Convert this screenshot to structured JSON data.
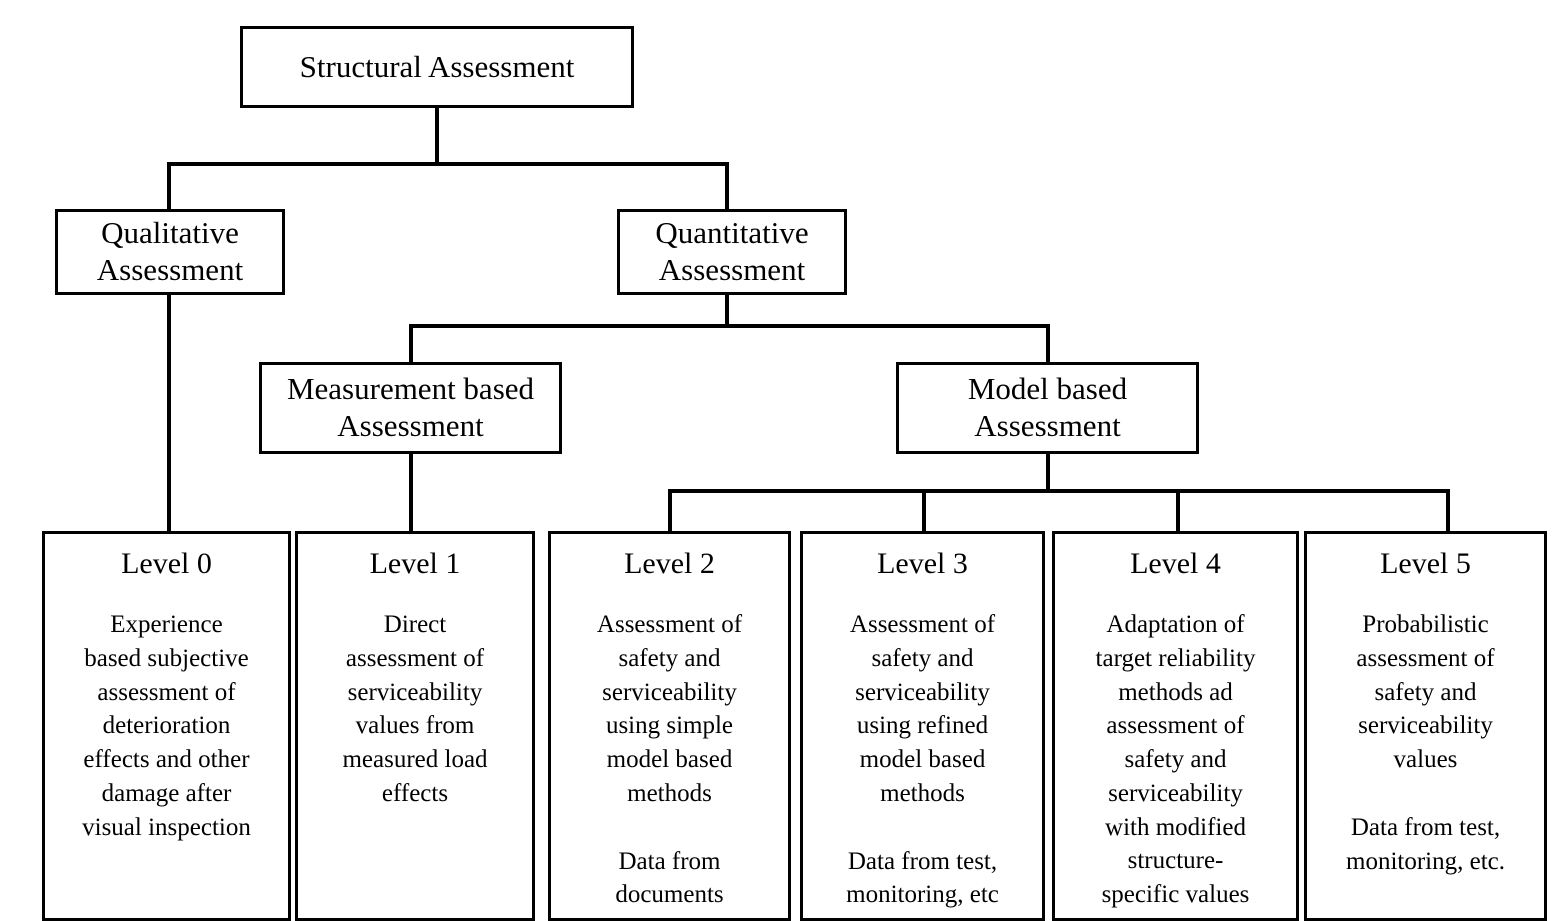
{
  "diagram": {
    "title": "Structural Assessment",
    "root": {
      "id": "structural-assessment",
      "label": "Structural Assessment"
    },
    "tier2": [
      {
        "id": "qualitative-assessment",
        "label": "Qualitative\nAssessment"
      },
      {
        "id": "quantitative-assessment",
        "label": "Quantitative\nAssessment"
      }
    ],
    "tier3": [
      {
        "id": "measurement-based-assessment",
        "label": "Measurement based\nAssessment"
      },
      {
        "id": "model-based-assessment",
        "label": "Model based\nAssessment"
      }
    ],
    "levels": [
      {
        "id": "level-0",
        "label": "Level 0",
        "body": "Experience\nbased subjective\nassessment of\ndeterioration\neffects and other\ndamage after\nvisual inspection",
        "body2": ""
      },
      {
        "id": "level-1",
        "label": "Level 1",
        "body": "Direct\nassessment of\nserviceability\nvalues from\nmeasured load\neffects",
        "body2": ""
      },
      {
        "id": "level-2",
        "label": "Level 2",
        "body": "Assessment of\nsafety and\nserviceability\nusing simple\nmodel based\nmethods",
        "body2": "Data from\ndocuments"
      },
      {
        "id": "level-3",
        "label": "Level 3",
        "body": "Assessment of\nsafety and\nserviceability\nusing refined\nmodel based\nmethods",
        "body2": "Data from test,\nmonitoring, etc"
      },
      {
        "id": "level-4",
        "label": "Level 4",
        "body": "Adaptation of\ntarget reliability\nmethods ad\nassessment of\nsafety and\nserviceability\nwith modified\nstructure-\nspecific values",
        "body2": ""
      },
      {
        "id": "level-5",
        "label": "Level 5",
        "body": "Probabilistic\nassessment of\nsafety and\nserviceability\nvalues",
        "body2": "Data from test,\nmonitoring, etc."
      }
    ],
    "colors": {
      "stroke": "#000000",
      "background": "#ffffff",
      "text": "#000000"
    }
  }
}
